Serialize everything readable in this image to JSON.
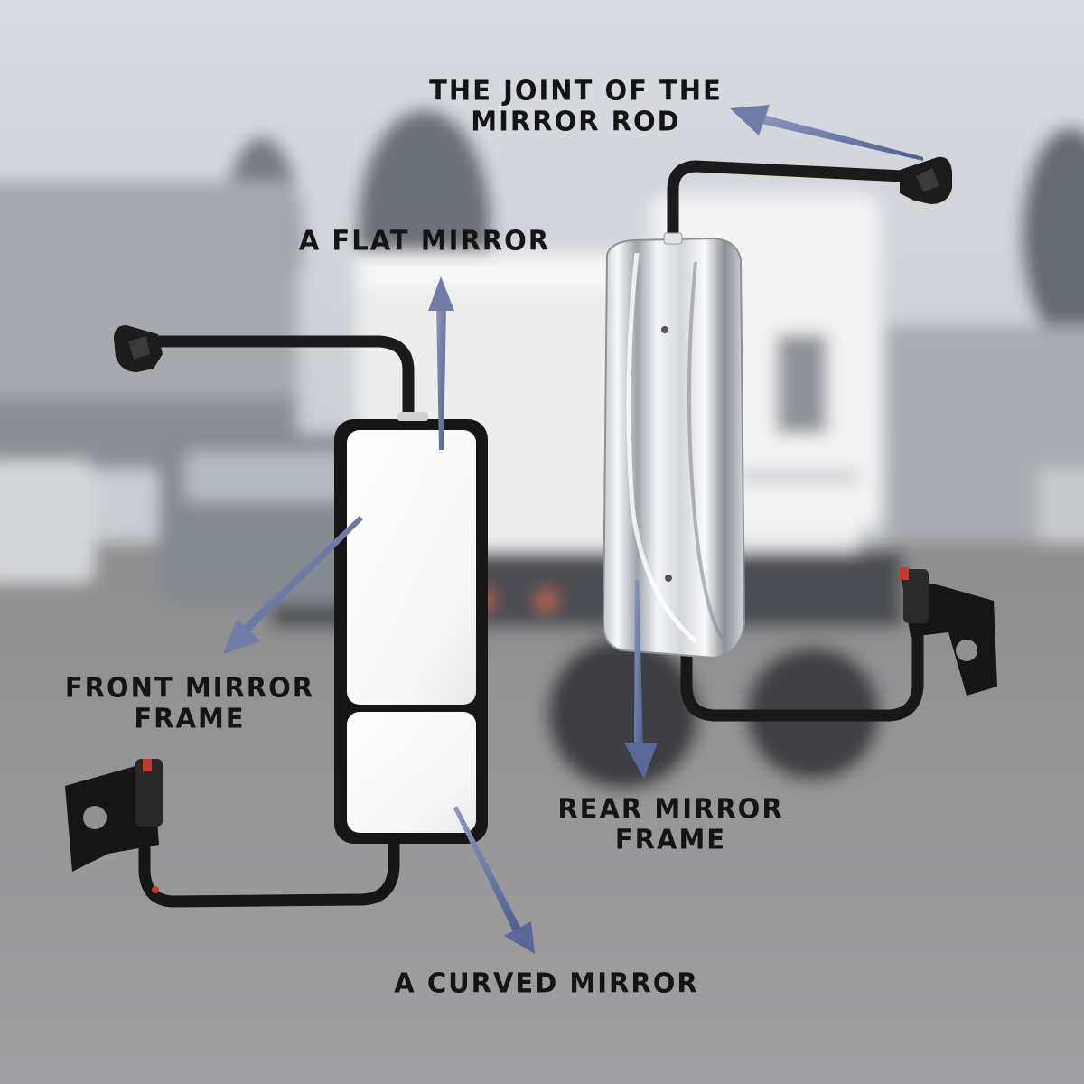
{
  "labels": {
    "joint": {
      "line1": "THE JOINT OF THE",
      "line2": "MIRROR ROD"
    },
    "flat": "A FLAT MIRROR",
    "front": {
      "line1": "FRONT MIRROR",
      "line2": "FRAME"
    },
    "rear": {
      "line1": "REAR MIRROR",
      "line2": "FRAME"
    },
    "curved": "A CURVED MIRROR"
  },
  "colors": {
    "label_text": "#141414",
    "arrow_fill": "#6f7da8",
    "mirror_frame": "#161616",
    "mirror_glass": "#fbfbfb",
    "chrome_housing": "#e6e8eb"
  },
  "icons": {
    "arrows": "callout-arrow-icon",
    "mounts": "bracket-mount-icon"
  }
}
